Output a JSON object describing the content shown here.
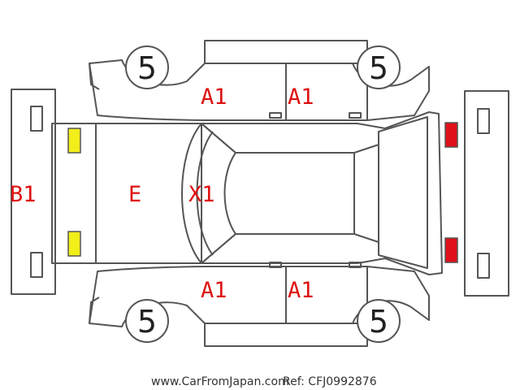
{
  "colors": {
    "outline": "#555555",
    "mark_text": "#dd1111",
    "front_lamp_fill": "#f2ee1a",
    "rear_lamp_fill": "#e0101a"
  },
  "marks": {
    "bumper_front": "B1",
    "hood": "E",
    "windshield": "X1",
    "door_front_left": "A1",
    "door_rear_left": "A1",
    "door_front_right": "A1",
    "door_rear_right": "A1"
  },
  "tires": {
    "front_left": "5",
    "rear_left": "5",
    "front_right": "5",
    "rear_right": "5"
  },
  "footer": {
    "site": "www.CarFromJapan.com",
    "ref": "Ref: CFJ0992876"
  }
}
